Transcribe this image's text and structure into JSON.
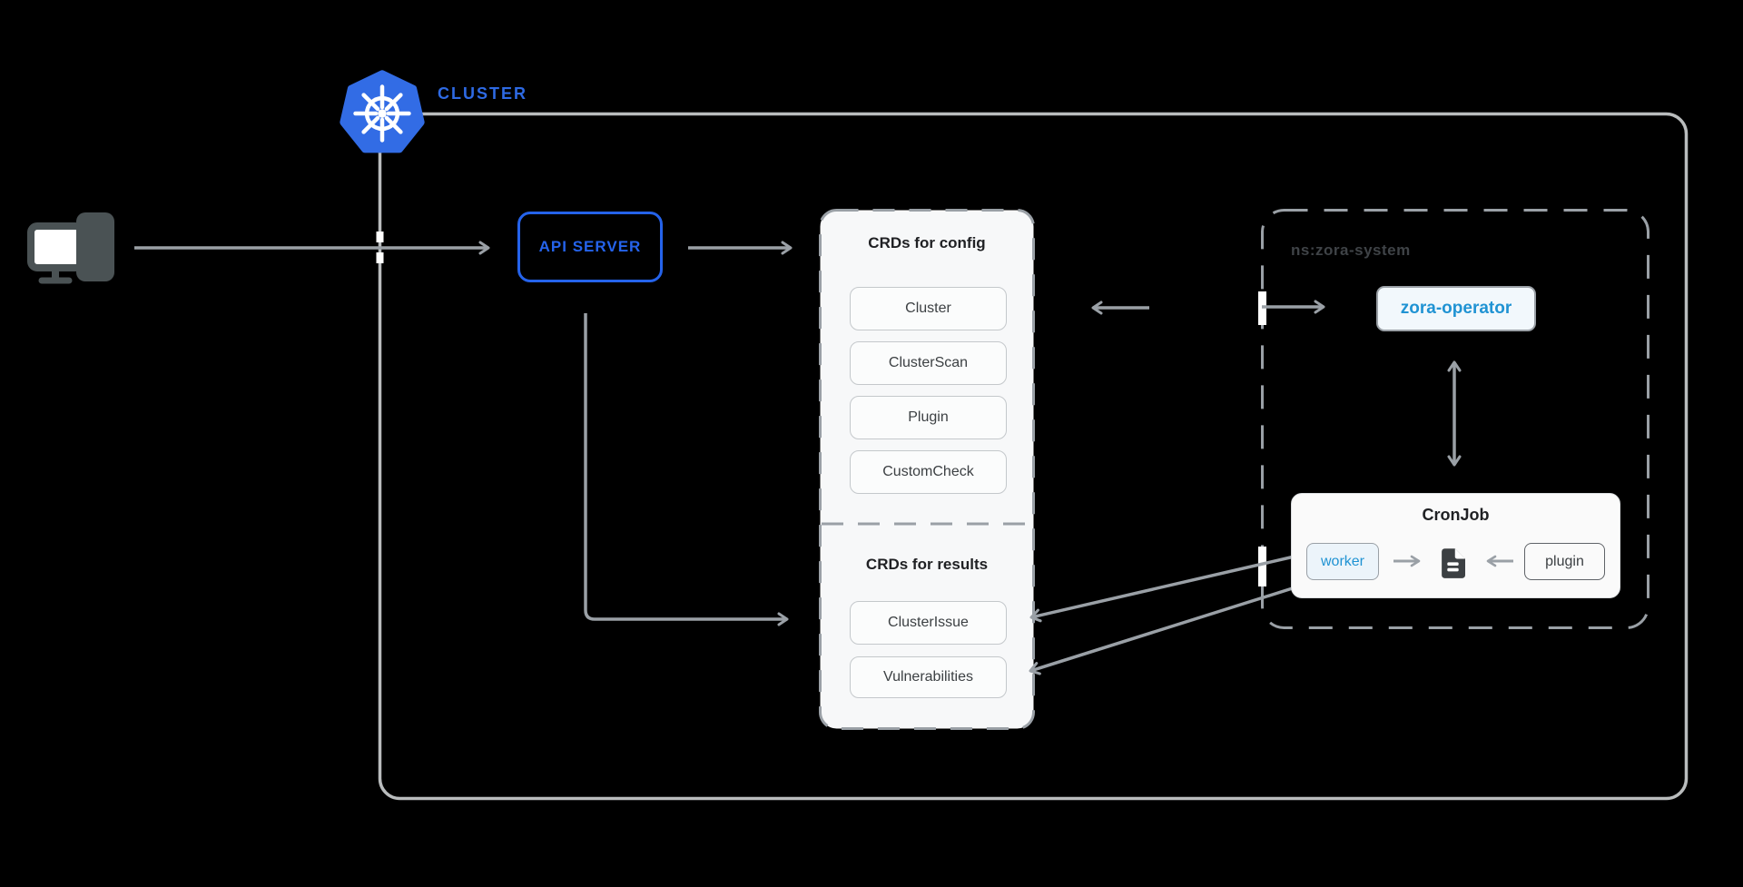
{
  "cluster": {
    "label": "CLUSTER"
  },
  "api_server": {
    "label": "API SERVER"
  },
  "crds": {
    "config_title": "CRDs for config",
    "config_items": [
      "Cluster",
      "ClusterScan",
      "Plugin",
      "CustomCheck"
    ],
    "results_title": "CRDs for results",
    "results_items": [
      "ClusterIssue",
      "Vulnerabilities"
    ]
  },
  "namespace": {
    "label": "ns:zora-system",
    "operator_label": "zora-operator",
    "cronjob": {
      "title": "CronJob",
      "worker_label": "worker",
      "plugin_label": "plugin"
    }
  },
  "icons": {
    "kubernetes_logo": "kubernetes-helm-wheel-icon",
    "user_device": "desktop-and-phone-icon",
    "document": "report-file-icon"
  },
  "colors": {
    "background": "#000000",
    "kubernetes_blue": "#326ce5",
    "cluster_text_blue": "#2e6ae4",
    "api_server_blue": "#2563eb",
    "zora_link_blue": "#2093d3",
    "connector_gray": "#9aa0a6",
    "cluster_border_gray": "#b9bcbd",
    "panel_background": "#f7f8f9",
    "title_text": "#202124",
    "label_text": "#3c4043",
    "namespace_label_text": "#3f4347"
  }
}
